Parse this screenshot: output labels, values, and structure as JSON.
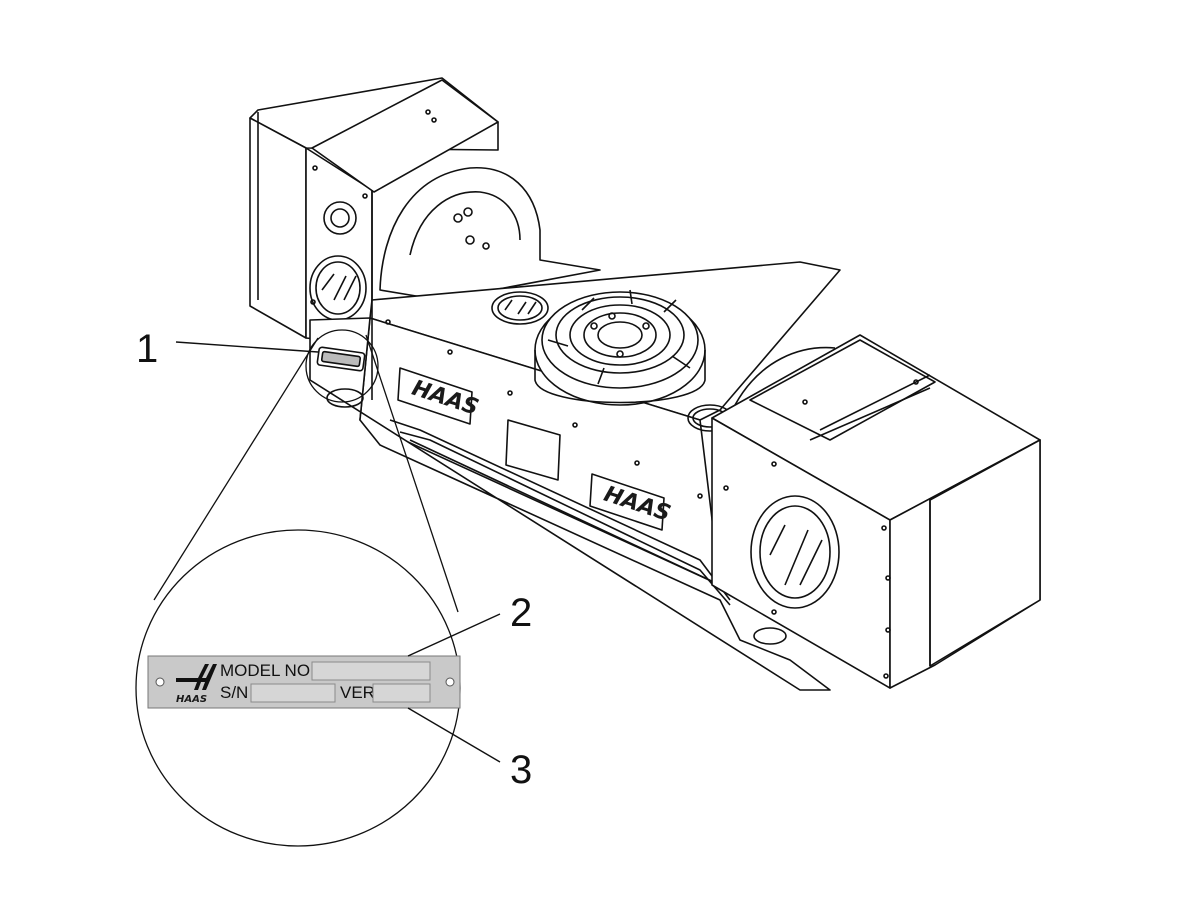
{
  "figure": {
    "callouts": [
      {
        "number": "1"
      },
      {
        "number": "2"
      },
      {
        "number": "3"
      }
    ],
    "logo_text": "HAAS",
    "nameplate": {
      "model_label": "MODEL NO.",
      "serial_label": "S/N",
      "version_label": "VER"
    }
  },
  "colors": {
    "line": "#111111",
    "plate_fill": "#c9c9c9",
    "plate_field": "#d6d6d6",
    "background": "#ffffff"
  }
}
